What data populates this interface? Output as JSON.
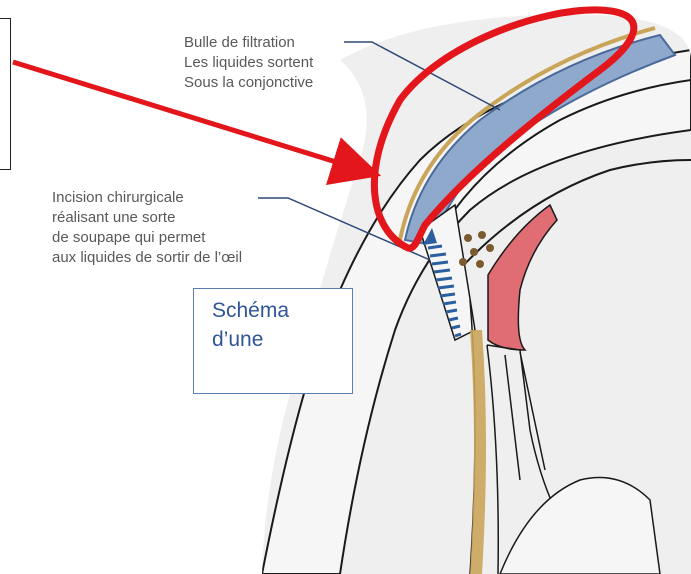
{
  "labels": {
    "bubble": {
      "line1": "Bulle de filtration",
      "line2": "Les liquides sortent",
      "line3": "Sous la conjonctive"
    },
    "incision": {
      "line1": "Incision chirurgicale",
      "line2": "réalisant une sorte",
      "line3": "de soupape qui permet",
      "line4": "aux liquides de sortir de l’œil"
    }
  },
  "caption": {
    "line1": "Schéma",
    "line2": "d’une"
  },
  "colors": {
    "annotation_red": "#e3161b",
    "conjunctiva_blue": "#4a6a9c",
    "conjunctiva_light": "#8fa9cc",
    "sclera_gold": "#c9a55a",
    "iris_pink": "#e06c74",
    "caption_text": "#2f5597"
  }
}
